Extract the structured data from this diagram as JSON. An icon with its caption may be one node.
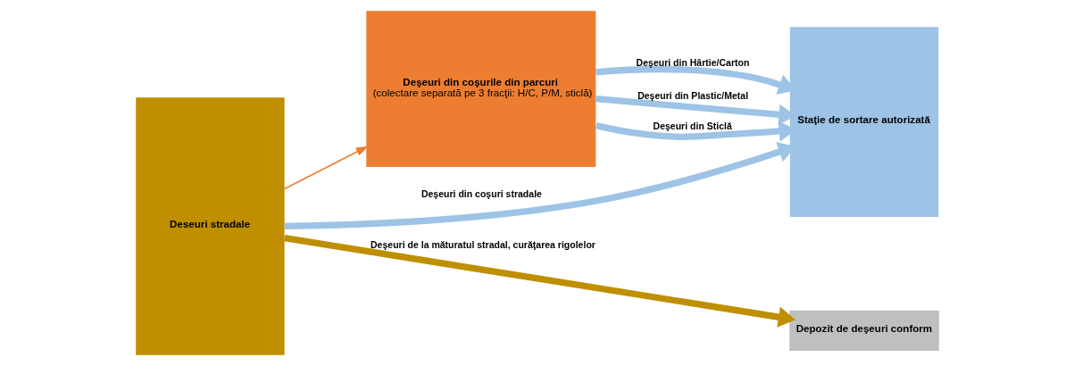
{
  "diagram": {
    "nodes": [
      {
        "text": [
          "Deseuri stradale"
        ]
      },
      {
        "text": [
          "Deşeuri din coşurile din parcuri",
          "(colectare separată pe 3 fracţii: H/C, P/M, sticlă)"
        ]
      },
      {
        "text": [
          "Staţie de sortare autorizată"
        ]
      },
      {
        "text": [
          "Depozit de deşeuri conform"
        ]
      }
    ],
    "edges": [
      {
        "from": 0,
        "to": 2,
        "arrow": "to",
        "label": "Deşeuri din coşuri stradale"
      },
      {
        "from": 0,
        "to": 1,
        "arrow": "to",
        "color": "#ed7d31"
      },
      {
        "from": 1,
        "to": 2,
        "arrow": "to",
        "label": "Deşeuri din Hârtie/Carton"
      },
      {
        "from": 1,
        "to": 2,
        "arrow": "to",
        "label": "Deşeuri din Plastic/Metal"
      },
      {
        "from": 1,
        "to": 2,
        "arrow": "to",
        "label": "Deşeuri din Sticlă"
      },
      {
        "from": 0,
        "to": 3,
        "arrow": "to",
        "label": "Deşeuri de la măturatul stradal, curăţarea rigolelor",
        "color": "#bf8f00"
      }
    ]
  }
}
